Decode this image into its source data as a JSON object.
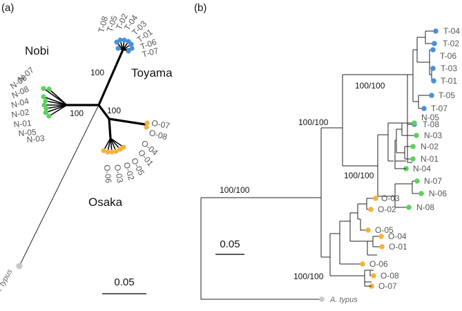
{
  "panels": {
    "a": {
      "label": "(a)"
    },
    "b": {
      "label": "(b)"
    }
  },
  "colors": {
    "toyama": "#4a90d9",
    "nobi": "#5fcf5f",
    "osaka": "#f5b23a",
    "outgroup": "#c8c8c8",
    "branch": "#000000",
    "leaf_text": "#555555"
  },
  "groups": {
    "nobi": "Nobi",
    "toyama": "Toyama",
    "osaka": "Osaka"
  },
  "outgroup_name": "A. typus",
  "radial_tree": {
    "support_nobi": "100",
    "support_toyama": "100",
    "support_osaka": "100",
    "scale": "0.05",
    "toyama_leaves": [
      "T-08",
      "T-05",
      "T-02",
      "T-04",
      "T-03",
      "T-01",
      "T-06",
      "T-07"
    ],
    "nobi_leaves": [
      "N-07",
      "N-06",
      "N-08",
      "N-04",
      "N-02",
      "N-01",
      "N-05",
      "N-03"
    ],
    "osaka_leaves": [
      "O-07",
      "O-08",
      "O-04",
      "O-01",
      "O-05",
      "O-02",
      "O-03",
      "O-06"
    ]
  },
  "rect_tree": {
    "support_root": "100/100",
    "support_ingroup": "100/100",
    "support_toyama": "100/100",
    "support_nobi": "100/100",
    "support_osaka": "100/100",
    "scale": "0.05",
    "toyama_leaves": [
      "T-04",
      "T-02",
      "T-06",
      "T-03",
      "T-01",
      "T-05",
      "T-07",
      "T-08"
    ],
    "nobi_leaves": [
      "N-05",
      "N-03",
      "N-02",
      "N-01",
      "N-04",
      "N-07",
      "N-06",
      "N-08"
    ],
    "osaka_leaves": [
      "O-03",
      "O-02",
      "O-05",
      "O-04",
      "O-01",
      "O-06",
      "O-08",
      "O-07"
    ]
  }
}
